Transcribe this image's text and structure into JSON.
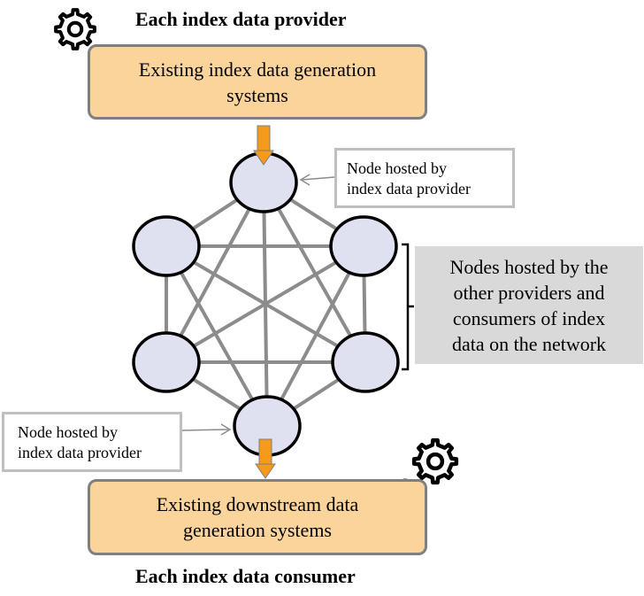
{
  "provider": {
    "heading": "Each index data provider",
    "system_line1": "Existing index data generation",
    "system_line2": "systems"
  },
  "consumer": {
    "heading": "Each index data consumer",
    "system_line1": "Existing downstream data",
    "system_line2": "generation systems"
  },
  "callouts": {
    "top_line1": "Node hosted by",
    "top_line2": "index data provider",
    "bottom_line1": "Node hosted by",
    "bottom_line2": "index data provider"
  },
  "network_label": {
    "line1": "Nodes hosted by the",
    "line2": "other providers and",
    "line3": "consumers of index",
    "line4": "data on the network"
  },
  "colors": {
    "node_fill": "#dfe1f0",
    "node_stroke": "#000000",
    "edge": "#8c8c8c",
    "arrow": "#f59a1a",
    "system_fill": "#fbd49c",
    "system_border": "#7f7f7f",
    "label_box": "#d9d9d9"
  },
  "icons": [
    "gear-icon",
    "gear-icon",
    "gear-icon",
    "gear-icon"
  ]
}
